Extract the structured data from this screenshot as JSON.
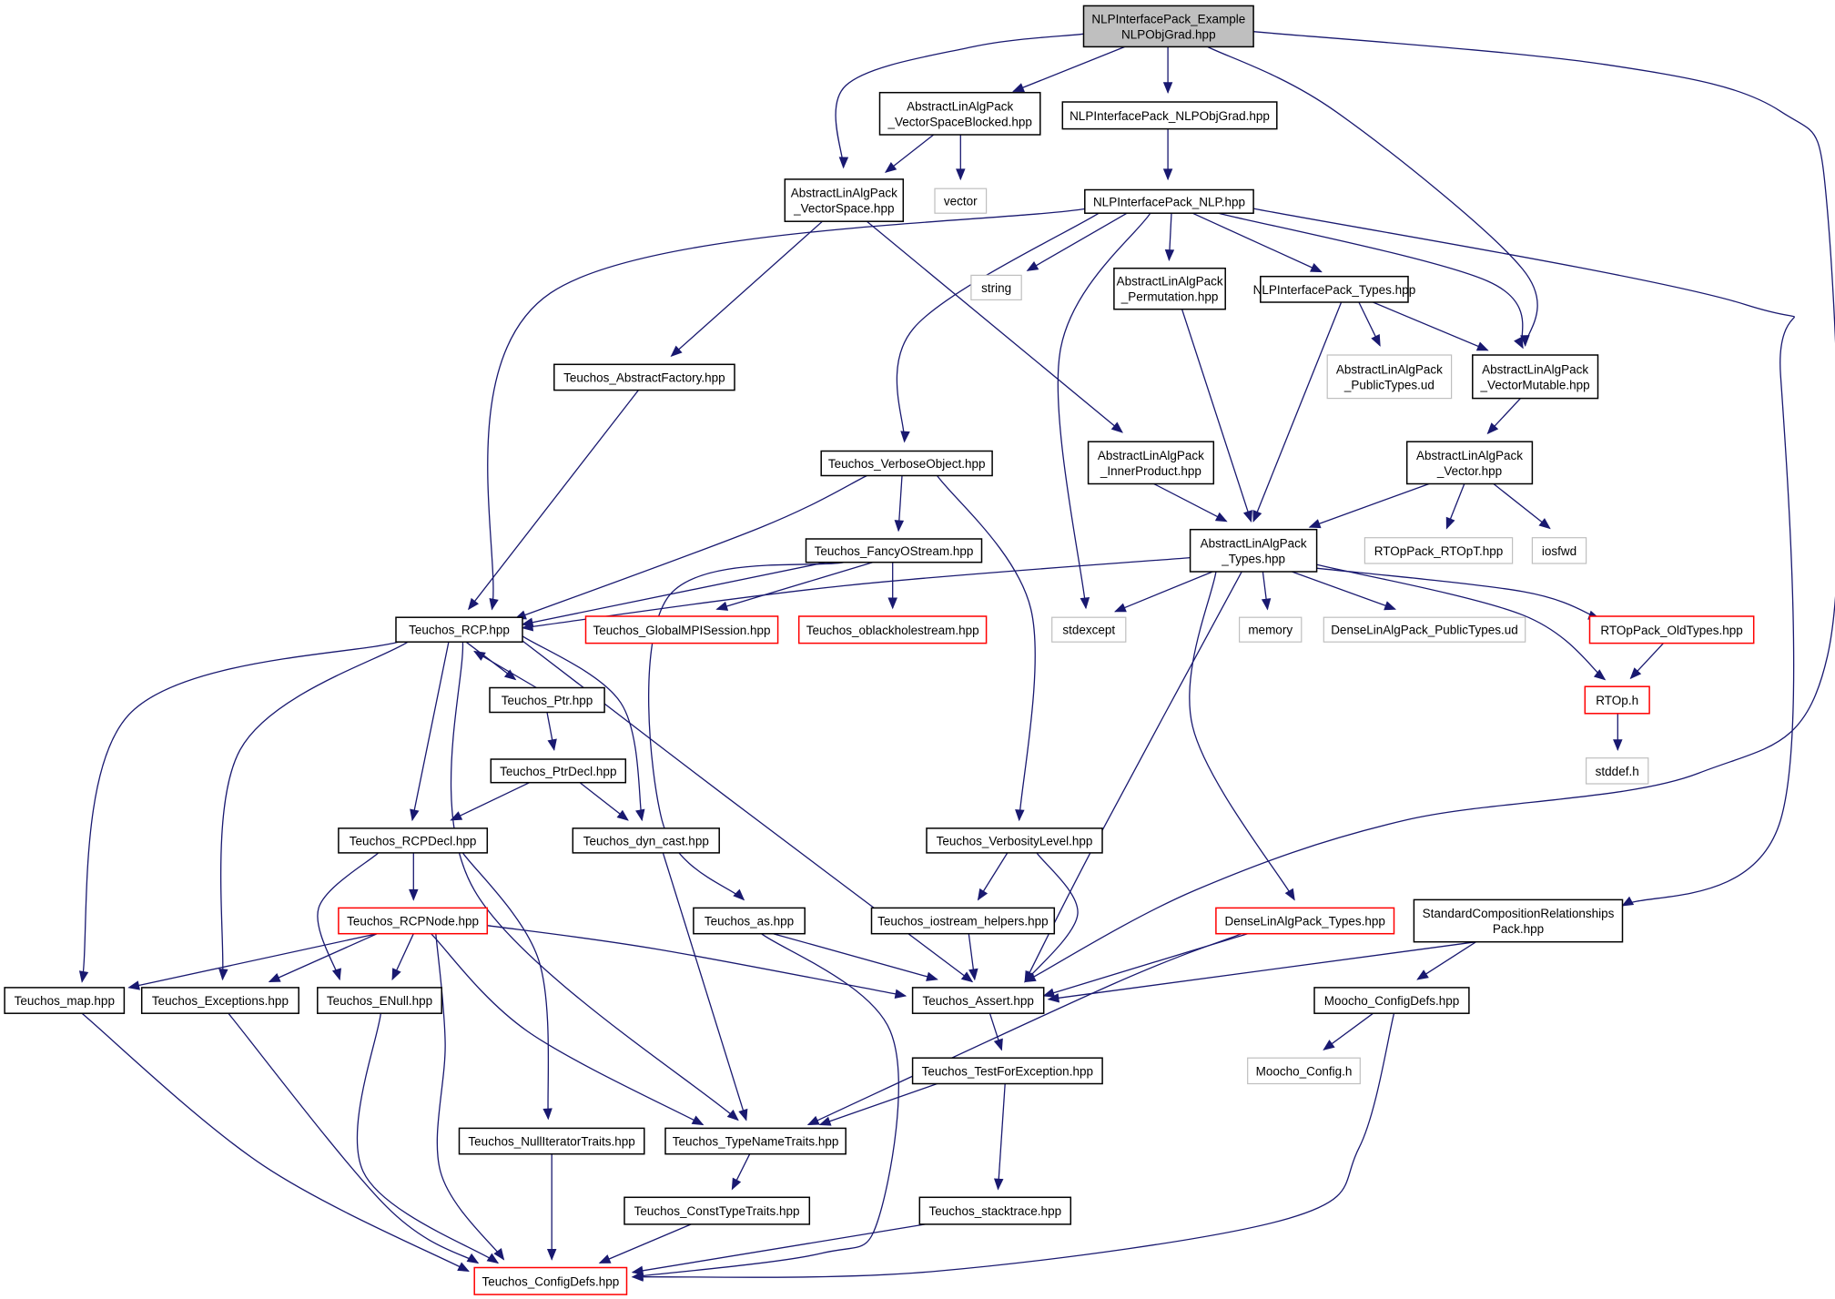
{
  "diagram": {
    "type": "include-dependency-graph",
    "colors": {
      "edge": "#191970",
      "root_fill": "#bfbfbf",
      "normal_border": "#000000",
      "truncated_border": "#ff0000",
      "external_border": "#bfbfbf"
    },
    "nodes": [
      {
        "id": "root",
        "lines": [
          "NLPInterfacePack_Example",
          "NLPObjGrad.hpp"
        ],
        "style": "root"
      },
      {
        "id": "vsblocked",
        "lines": [
          "AbstractLinAlgPack",
          "_VectorSpaceBlocked.hpp"
        ],
        "style": "normal"
      },
      {
        "id": "nlpobjgrad",
        "lines": [
          "NLPInterfacePack_NLPObjGrad.hpp"
        ],
        "style": "normal"
      },
      {
        "id": "vectorspace",
        "lines": [
          "AbstractLinAlgPack",
          "_VectorSpace.hpp"
        ],
        "style": "normal"
      },
      {
        "id": "vector_std",
        "lines": [
          "vector"
        ],
        "style": "external"
      },
      {
        "id": "nlp",
        "lines": [
          "NLPInterfacePack_NLP.hpp"
        ],
        "style": "normal"
      },
      {
        "id": "string",
        "lines": [
          "string"
        ],
        "style": "external"
      },
      {
        "id": "permutation",
        "lines": [
          "AbstractLinAlgPack",
          "_Permutation.hpp"
        ],
        "style": "normal"
      },
      {
        "id": "nlptypes",
        "lines": [
          "NLPInterfacePack_Types.hpp"
        ],
        "style": "normal"
      },
      {
        "id": "publictypes",
        "lines": [
          "AbstractLinAlgPack",
          "_PublicTypes.ud"
        ],
        "style": "external"
      },
      {
        "id": "vecmutable",
        "lines": [
          "AbstractLinAlgPack",
          "_VectorMutable.hpp"
        ],
        "style": "normal"
      },
      {
        "id": "abstractfactory",
        "lines": [
          "Teuchos_AbstractFactory.hpp"
        ],
        "style": "normal"
      },
      {
        "id": "verboseobject",
        "lines": [
          "Teuchos_VerboseObject.hpp"
        ],
        "style": "normal"
      },
      {
        "id": "innerproduct",
        "lines": [
          "AbstractLinAlgPack",
          "_InnerProduct.hpp"
        ],
        "style": "normal"
      },
      {
        "id": "vectorhpp",
        "lines": [
          "AbstractLinAlgPack",
          "_Vector.hpp"
        ],
        "style": "normal"
      },
      {
        "id": "fancyostream",
        "lines": [
          "Teuchos_FancyOStream.hpp"
        ],
        "style": "normal"
      },
      {
        "id": "altypes",
        "lines": [
          "AbstractLinAlgPack",
          "_Types.hpp"
        ],
        "style": "normal"
      },
      {
        "id": "rtopt",
        "lines": [
          "RTOpPack_RTOpT.hpp"
        ],
        "style": "external"
      },
      {
        "id": "iosfwd",
        "lines": [
          "iosfwd"
        ],
        "style": "external"
      },
      {
        "id": "rcp",
        "lines": [
          "Teuchos_RCP.hpp"
        ],
        "style": "normal"
      },
      {
        "id": "globalmpi",
        "lines": [
          "Teuchos_GlobalMPISession.hpp"
        ],
        "style": "truncated"
      },
      {
        "id": "oblackhole",
        "lines": [
          "Teuchos_oblackholestream.hpp"
        ],
        "style": "truncated"
      },
      {
        "id": "stdexcept",
        "lines": [
          "stdexcept"
        ],
        "style": "external"
      },
      {
        "id": "memory",
        "lines": [
          "memory"
        ],
        "style": "external"
      },
      {
        "id": "densepublic",
        "lines": [
          "DenseLinAlgPack_PublicTypes.ud"
        ],
        "style": "external"
      },
      {
        "id": "oldtypes",
        "lines": [
          "RTOpPack_OldTypes.hpp"
        ],
        "style": "truncated"
      },
      {
        "id": "ptr",
        "lines": [
          "Teuchos_Ptr.hpp"
        ],
        "style": "normal"
      },
      {
        "id": "rtoph",
        "lines": [
          "RTOp.h"
        ],
        "style": "truncated"
      },
      {
        "id": "ptrdecl",
        "lines": [
          "Teuchos_PtrDecl.hpp"
        ],
        "style": "normal"
      },
      {
        "id": "stddef",
        "lines": [
          "stddef.h"
        ],
        "style": "external"
      },
      {
        "id": "rcpdecl",
        "lines": [
          "Teuchos_RCPDecl.hpp"
        ],
        "style": "normal"
      },
      {
        "id": "dyncast",
        "lines": [
          "Teuchos_dyn_cast.hpp"
        ],
        "style": "normal"
      },
      {
        "id": "verbositylevel",
        "lines": [
          "Teuchos_VerbosityLevel.hpp"
        ],
        "style": "normal"
      },
      {
        "id": "rcpnode",
        "lines": [
          "Teuchos_RCPNode.hpp"
        ],
        "style": "truncated"
      },
      {
        "id": "as",
        "lines": [
          "Teuchos_as.hpp"
        ],
        "style": "normal"
      },
      {
        "id": "iostreamhelpers",
        "lines": [
          "Teuchos_iostream_helpers.hpp"
        ],
        "style": "normal"
      },
      {
        "id": "densetypes",
        "lines": [
          "DenseLinAlgPack_Types.hpp"
        ],
        "style": "truncated"
      },
      {
        "id": "stdcomp",
        "lines": [
          "StandardCompositionRelationships",
          "Pack.hpp"
        ],
        "style": "normal"
      },
      {
        "id": "map",
        "lines": [
          "Teuchos_map.hpp"
        ],
        "style": "normal"
      },
      {
        "id": "exceptions",
        "lines": [
          "Teuchos_Exceptions.hpp"
        ],
        "style": "normal"
      },
      {
        "id": "enull",
        "lines": [
          "Teuchos_ENull.hpp"
        ],
        "style": "normal"
      },
      {
        "id": "assert",
        "lines": [
          "Teuchos_Assert.hpp"
        ],
        "style": "normal"
      },
      {
        "id": "moochoconfigdefs",
        "lines": [
          "Moocho_ConfigDefs.hpp"
        ],
        "style": "normal"
      },
      {
        "id": "moochoconfig",
        "lines": [
          "Moocho_Config.h"
        ],
        "style": "external"
      },
      {
        "id": "testforexception",
        "lines": [
          "Teuchos_TestForException.hpp"
        ],
        "style": "normal"
      },
      {
        "id": "nulliter",
        "lines": [
          "Teuchos_NullIteratorTraits.hpp"
        ],
        "style": "normal"
      },
      {
        "id": "typenametraits",
        "lines": [
          "Teuchos_TypeNameTraits.hpp"
        ],
        "style": "normal"
      },
      {
        "id": "consttypetraits",
        "lines": [
          "Teuchos_ConstTypeTraits.hpp"
        ],
        "style": "normal"
      },
      {
        "id": "stacktrace",
        "lines": [
          "Teuchos_stacktrace.hpp"
        ],
        "style": "normal"
      },
      {
        "id": "configdefs",
        "lines": [
          "Teuchos_ConfigDefs.hpp"
        ],
        "style": "truncated"
      }
    ],
    "edges": [
      [
        "root",
        "vectorspace"
      ],
      [
        "root",
        "vsblocked"
      ],
      [
        "root",
        "nlpobjgrad"
      ],
      [
        "root",
        "vecmutable"
      ],
      [
        "root",
        "assert"
      ],
      [
        "vsblocked",
        "vectorspace"
      ],
      [
        "vsblocked",
        "vector_std"
      ],
      [
        "nlpobjgrad",
        "nlp"
      ],
      [
        "vectorspace",
        "abstractfactory"
      ],
      [
        "vectorspace",
        "innerproduct"
      ],
      [
        "nlp",
        "rcp"
      ],
      [
        "nlp",
        "string"
      ],
      [
        "nlp",
        "permutation"
      ],
      [
        "nlp",
        "nlptypes"
      ],
      [
        "nlp",
        "vecmutable"
      ],
      [
        "nlp",
        "verboseobject"
      ],
      [
        "nlp",
        "stdexcept"
      ],
      [
        "nlp",
        "stdcomp"
      ],
      [
        "permutation",
        "altypes"
      ],
      [
        "nlptypes",
        "publictypes"
      ],
      [
        "nlptypes",
        "vecmutable"
      ],
      [
        "nlptypes",
        "altypes"
      ],
      [
        "vecmutable",
        "vectorhpp"
      ],
      [
        "abstractfactory",
        "rcp"
      ],
      [
        "verboseobject",
        "fancyostream"
      ],
      [
        "verboseobject",
        "rcp"
      ],
      [
        "verboseobject",
        "verbositylevel"
      ],
      [
        "innerproduct",
        "altypes"
      ],
      [
        "vectorhpp",
        "altypes"
      ],
      [
        "vectorhpp",
        "rtopt"
      ],
      [
        "vectorhpp",
        "iosfwd"
      ],
      [
        "fancyostream",
        "rcp"
      ],
      [
        "fancyostream",
        "globalmpi"
      ],
      [
        "fancyostream",
        "oblackhole"
      ],
      [
        "fancyostream",
        "as"
      ],
      [
        "altypes",
        "rcp"
      ],
      [
        "altypes",
        "stdexcept"
      ],
      [
        "altypes",
        "memory"
      ],
      [
        "altypes",
        "densepublic"
      ],
      [
        "altypes",
        "oldtypes"
      ],
      [
        "altypes",
        "rtoph"
      ],
      [
        "altypes",
        "assert"
      ],
      [
        "altypes",
        "densetypes"
      ],
      [
        "oldtypes",
        "rtoph"
      ],
      [
        "rtoph",
        "stddef"
      ],
      [
        "rcp",
        "ptr"
      ],
      [
        "rcp",
        "rcpdecl"
      ],
      [
        "rcp",
        "dyncast"
      ],
      [
        "rcp",
        "map"
      ],
      [
        "rcp",
        "exceptions"
      ],
      [
        "rcp",
        "typenametraits"
      ],
      [
        "rcp",
        "assert"
      ],
      [
        "ptr",
        "rcp"
      ],
      [
        "ptr",
        "ptrdecl"
      ],
      [
        "ptrdecl",
        "rcpdecl"
      ],
      [
        "ptrdecl",
        "dyncast"
      ],
      [
        "rcpdecl",
        "rcpnode"
      ],
      [
        "rcpdecl",
        "enull"
      ],
      [
        "rcpdecl",
        "nulliter"
      ],
      [
        "dyncast",
        "typenametraits"
      ],
      [
        "verbositylevel",
        "iostreamhelpers"
      ],
      [
        "verbositylevel",
        "assert"
      ],
      [
        "rcpnode",
        "map"
      ],
      [
        "rcpnode",
        "exceptions"
      ],
      [
        "rcpnode",
        "enull"
      ],
      [
        "rcpnode",
        "assert"
      ],
      [
        "rcpnode",
        "typenametraits"
      ],
      [
        "rcpnode",
        "configdefs"
      ],
      [
        "as",
        "assert"
      ],
      [
        "as",
        "configdefs"
      ],
      [
        "iostreamhelpers",
        "assert"
      ],
      [
        "densetypes",
        "assert"
      ],
      [
        "densetypes",
        "typenametraits"
      ],
      [
        "stdcomp",
        "assert"
      ],
      [
        "stdcomp",
        "moochoconfigdefs"
      ],
      [
        "map",
        "configdefs"
      ],
      [
        "exceptions",
        "configdefs"
      ],
      [
        "enull",
        "configdefs"
      ],
      [
        "assert",
        "testforexception"
      ],
      [
        "moochoconfigdefs",
        "moochoconfig"
      ],
      [
        "moochoconfigdefs",
        "configdefs"
      ],
      [
        "testforexception",
        "typenametraits"
      ],
      [
        "testforexception",
        "stacktrace"
      ],
      [
        "nulliter",
        "configdefs"
      ],
      [
        "typenametraits",
        "consttypetraits"
      ],
      [
        "consttypetraits",
        "configdefs"
      ],
      [
        "stacktrace",
        "configdefs"
      ]
    ]
  }
}
